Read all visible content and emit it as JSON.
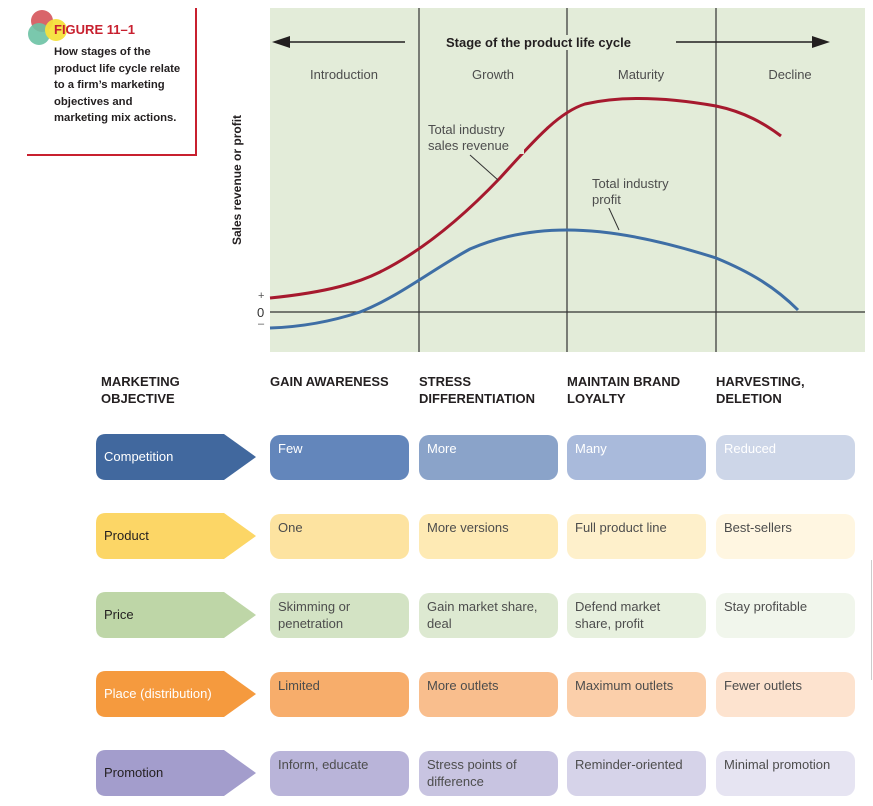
{
  "figure": {
    "title": "FIGURE 11–1",
    "description": "How stages of the product life cycle relate to a firm’s marketing objectives and marketing mix actions."
  },
  "chart": {
    "header": "Stage of the product life cycle",
    "y_axis_label": "Sales revenue or profit",
    "y_ticks": {
      "plus": "+",
      "zero": "0",
      "minus": "–"
    },
    "stages": [
      "Introduction",
      "Growth",
      "Maturity",
      "Decline"
    ],
    "revenue_label": "Total industry sales revenue",
    "profit_label": "Total industry profit",
    "colors": {
      "background": "#e3ecd9",
      "revenue": "#a6192e",
      "profit": "#3e6ea5"
    }
  },
  "chart_data": {
    "type": "line",
    "title": "Stage of the product life cycle",
    "ylabel": "Sales revenue or profit",
    "categories": [
      "Introduction",
      "Growth",
      "Maturity",
      "Decline"
    ],
    "series": [
      {
        "name": "Total industry sales revenue",
        "values": [
          0.2,
          0.9,
          1.7,
          1.4
        ]
      },
      {
        "name": "Total industry profit",
        "values": [
          -0.1,
          0.6,
          0.8,
          -0.05
        ]
      }
    ]
  },
  "objectives": {
    "heading": "MARKETING OBJECTIVE",
    "stages": [
      "GAIN AWARENESS",
      "STRESS DIFFERENTIATION",
      "MAINTAIN BRAND LOYALTY",
      "HARVESTING, DELETION"
    ]
  },
  "rows": [
    {
      "label": "Competition",
      "cells": [
        "Few",
        "More",
        "Many",
        "Reduced"
      ],
      "arrow_color": "#41689e",
      "label_color": "#ffffff",
      "cell_colors": [
        "#6386bb",
        "#8aa3c9",
        "#a9badb",
        "#cdd6e8"
      ],
      "text_color": "#ffffff"
    },
    {
      "label": "Product",
      "cells": [
        "One",
        "More versions",
        "Full product line",
        "Best-sellers"
      ],
      "arrow_color": "#fcd666",
      "label_color": "#231f20",
      "cell_colors": [
        "#fde3a0",
        "#feeab4",
        "#fef0cb",
        "#fff6e1"
      ],
      "text_color": "#4d4d4d"
    },
    {
      "label": "Price",
      "cells": [
        "Skimming or penetration",
        "Gain market share, deal",
        "Defend market share, profit",
        "Stay profitable"
      ],
      "arrow_color": "#bed6a7",
      "label_color": "#231f20",
      "cell_colors": [
        "#d3e3c4",
        "#dde9d1",
        "#e7f0de",
        "#f1f6ec"
      ],
      "text_color": "#4d4d4d"
    },
    {
      "label": "Place (distribution)",
      "cells": [
        "Limited",
        "More outlets",
        "Maximum outlets",
        "Fewer outlets"
      ],
      "arrow_color": "#f59a3e",
      "label_color": "#ffffff",
      "cell_colors": [
        "#f7ad6b",
        "#f9be8d",
        "#fbcfaa",
        "#fde3cf"
      ],
      "text_color": "#4d4d4d"
    },
    {
      "label": "Promotion",
      "cells": [
        "Inform, educate",
        "Stress points of difference",
        "Reminder-oriented",
        "Minimal promotion"
      ],
      "arrow_color": "#a39dcc",
      "label_color": "#231f20",
      "cell_colors": [
        "#b9b4d9",
        "#c8c4e1",
        "#d6d3e9",
        "#e6e4f2"
      ],
      "text_color": "#4d4d4d"
    }
  ]
}
